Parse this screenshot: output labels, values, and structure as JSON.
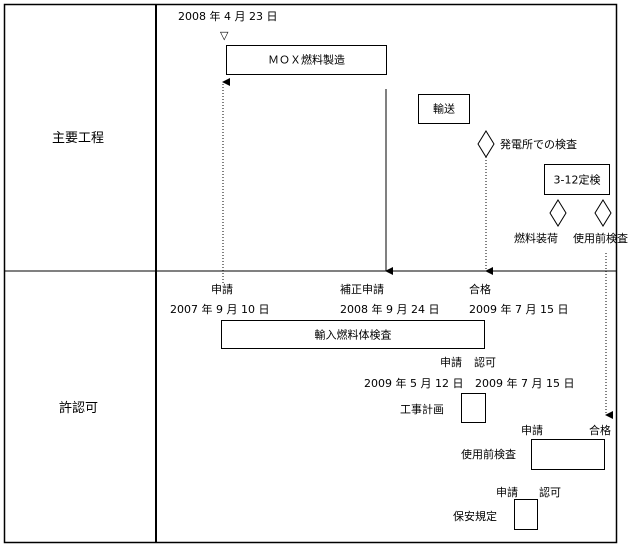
{
  "rows": {
    "main_process": "主要工程",
    "licensing": "許認可"
  },
  "main_process": {
    "start_date": "2008 年 4 月 23 日",
    "start_marker": "▽",
    "mox_fabrication": "ＭＯＸ燃料製造",
    "transport": "輸送",
    "plant_inspection": "発電所での検査",
    "outage": "3-12定検",
    "fuel_loading": "燃料装荷",
    "pre_use_inspection": "使用前検査"
  },
  "licensing": {
    "application_1": "申請",
    "date_1": "2007 年 9 月 10 日",
    "correction_application": "補正申請",
    "date_2": "2008 年 9 月 24 日",
    "pass_1": "合格",
    "date_3": "2009 年 7 月 15 日",
    "imported_fuel_inspection": "輸入燃料体検査",
    "application_2": "申請",
    "approval_2": "認可",
    "date_4": "2009 年 5 月 12 日",
    "date_5": "2009 年 7 月 15 日",
    "construction_plan": "工事計画",
    "application_3": "申請",
    "pass_3": "合格",
    "pre_use_inspection": "使用前検査",
    "application_4": "申請",
    "approval_4": "認可",
    "safety_regulations": "保安規定"
  }
}
